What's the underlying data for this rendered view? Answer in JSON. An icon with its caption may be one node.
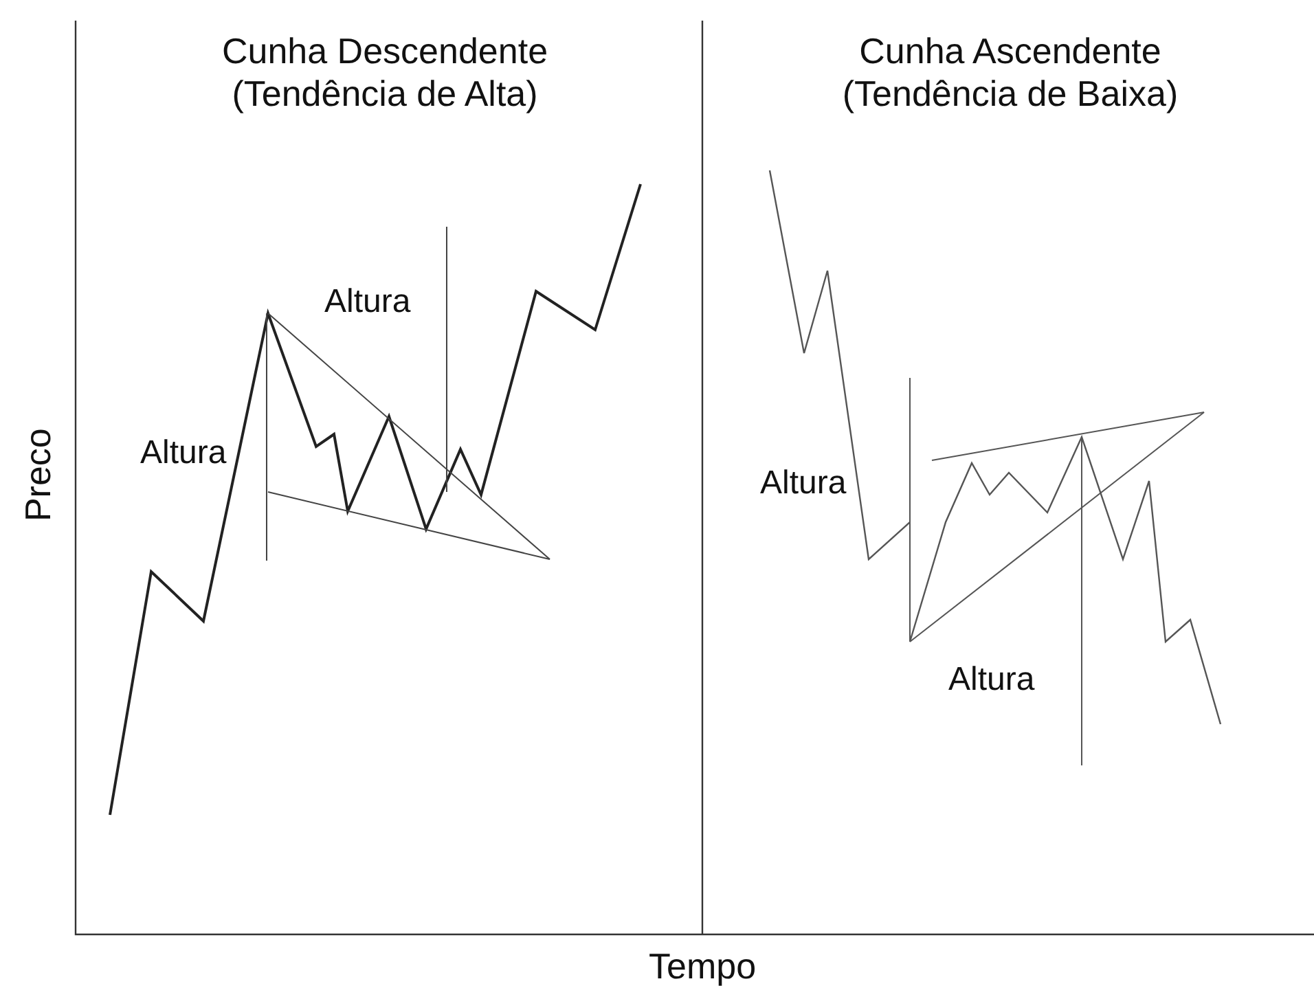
{
  "diagram": {
    "labels": [
      "Cunha Descendente (Tendência de Alta)",
      "Cunha Ascendente (Tendência de Baixa)",
      "Altura",
      "Altura",
      "Altura",
      "Altura",
      "Preco",
      "Tempo"
    ]
  }
}
